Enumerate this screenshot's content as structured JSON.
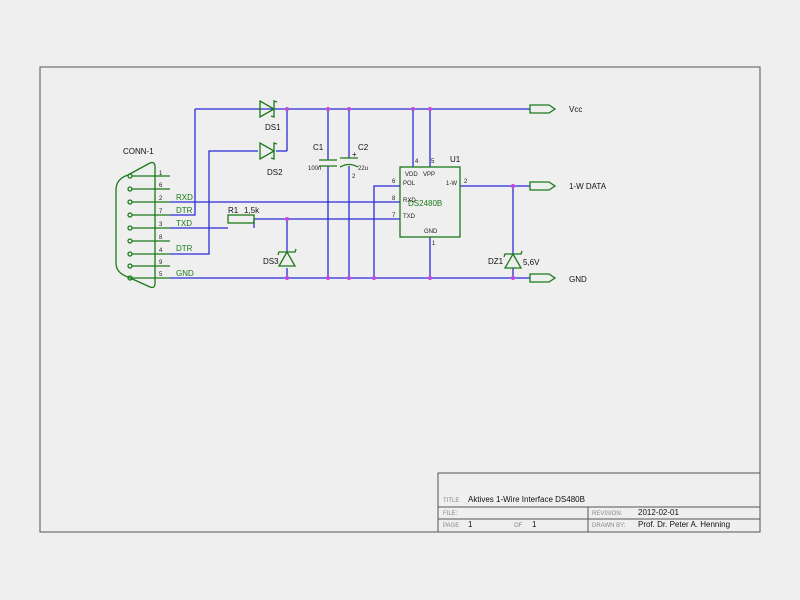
{
  "connector": {
    "name": "CONN-1",
    "pins": [
      "1",
      "6",
      "2",
      "7",
      "3",
      "8",
      "4",
      "9",
      "5"
    ],
    "signals": [
      "RXD",
      "DTR",
      "TXD",
      "DTR",
      "GND"
    ]
  },
  "components": {
    "ds1": "DS1",
    "ds2": "DS2",
    "ds3": "DS3",
    "r1": "R1",
    "r1_value": "1,5k",
    "c1": "C1",
    "c1_value": "100n",
    "c2": "C2",
    "c2_value": "22u",
    "c2_plus": "+",
    "c2_pin": "2",
    "dz1": "DZ1",
    "dz1_value": "5,6V"
  },
  "ic": {
    "ref": "U1",
    "part": "DS2480B",
    "pin_labels": [
      "VDD",
      "VPP",
      "POL",
      "1-W",
      "RXD",
      "TXD",
      "GND"
    ],
    "pin_numbers": [
      "4",
      "5",
      "6",
      "2",
      "8",
      "7",
      "1"
    ]
  },
  "ports": {
    "vcc": "Vcc",
    "data": "1-W DATA",
    "gnd": "GND"
  },
  "title_block": {
    "title_caption": "TITLE",
    "title": "Aktives 1-Wire Interface DS480B",
    "file_caption": "FILE:",
    "page_caption": "PAGE",
    "page": "1",
    "of_caption": "OF",
    "of": "1",
    "revision_caption": "REVISION:",
    "revision": "2012-02-01",
    "drawn_caption": "DRAWN BY:",
    "drawn_by": "Prof. Dr. Peter A. Henning"
  }
}
